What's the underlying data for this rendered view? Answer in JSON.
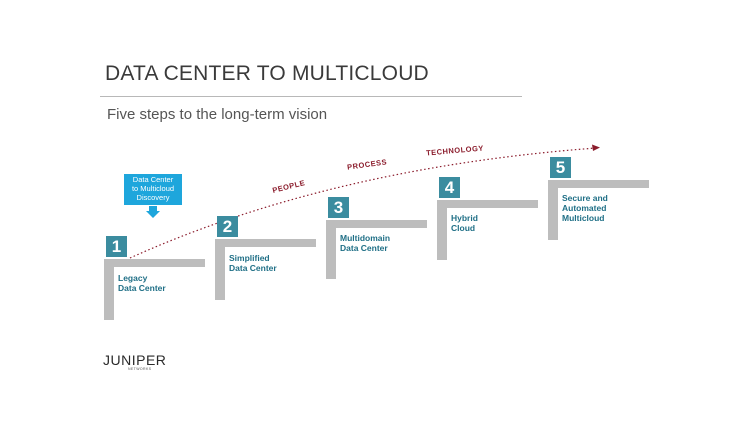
{
  "title": "DATA CENTER TO MULTICLOUD",
  "subtitle": "Five steps to the long-term vision",
  "callout": {
    "lines": [
      "Data Center",
      "to Multicloud",
      "Discovery"
    ],
    "color": "#1ea6dc"
  },
  "path_labels": {
    "people": "PEOPLE",
    "process": "PROCESS",
    "technology": "TECHNOLOGY",
    "color": "#8b1c2c"
  },
  "steps": [
    {
      "number": "1",
      "lines": [
        "Legacy",
        "Data Center"
      ]
    },
    {
      "number": "2",
      "lines": [
        "Simplified",
        "Data Center"
      ]
    },
    {
      "number": "3",
      "lines": [
        "Multidomain",
        "Data Center"
      ]
    },
    {
      "number": "4",
      "lines": [
        "Hybrid",
        "Cloud"
      ]
    },
    {
      "number": "5",
      "lines": [
        "Secure and",
        "Automated",
        "Multicloud"
      ]
    }
  ],
  "colors": {
    "step_badge": "#3b8c9f",
    "step_text": "#1f6f86",
    "stair": "#bdbdbd"
  },
  "logo": {
    "name": "JUNIPER",
    "tagline": "NETWORKS"
  }
}
